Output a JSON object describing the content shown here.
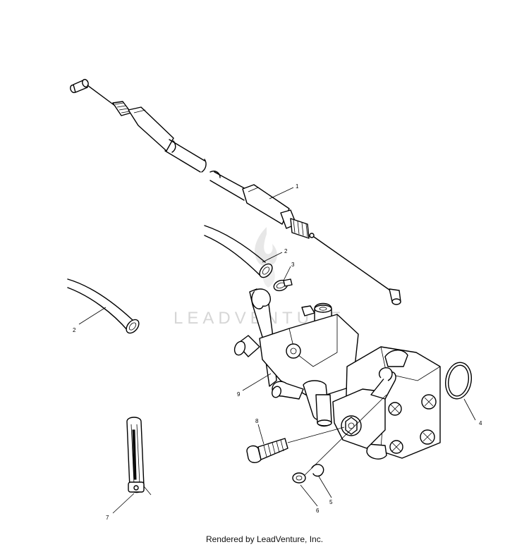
{
  "watermark": "LEADVENTURE",
  "footer": "Rendered by LeadVenture, Inc.",
  "callouts": [
    "1",
    "2",
    "3",
    "2",
    "9",
    "8",
    "7",
    "6",
    "5",
    "4"
  ]
}
